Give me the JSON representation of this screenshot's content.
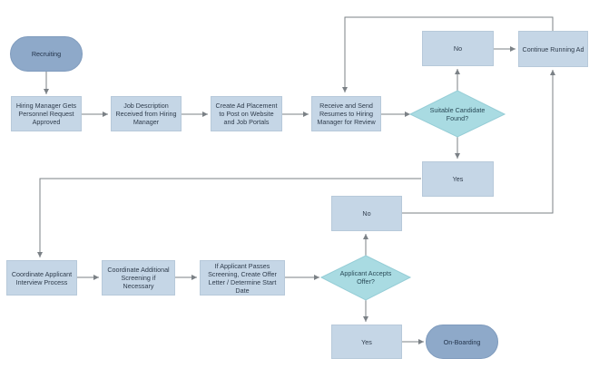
{
  "colors": {
    "process_fill": "#c5d6e6",
    "terminal_fill": "#8ea9c9",
    "decision_fill": "#a9dbe2",
    "connector": "#7b8186"
  },
  "nodes": {
    "recruiting": "Recruiting",
    "hiring_manager_request": "Hiring Manager Gets Personnel Request Approved",
    "job_description": "Job Description Received from Hiring Manager",
    "create_ad": "Create Ad Placement to Post on Website and Job Portals",
    "receive_resumes": "Receive and Send Resumes to Hiring Manager for Review",
    "suitable_candidate": "Suitable Candidate Found?",
    "no_top": "No",
    "continue_ad": "Continue Running Ad",
    "yes_middle": "Yes",
    "no_middle": "No",
    "coordinate_interview": "Coordinate Applicant Interview Process",
    "coordinate_screening": "Coordinate Additional Screening if Necessary",
    "offer_letter": "If Applicant Passes Screening, Create Offer Letter / Determine Start Date",
    "accepts_offer": "Applicant Accepts Offer?",
    "yes_bottom": "Yes",
    "onboarding": "On-Boarding"
  }
}
